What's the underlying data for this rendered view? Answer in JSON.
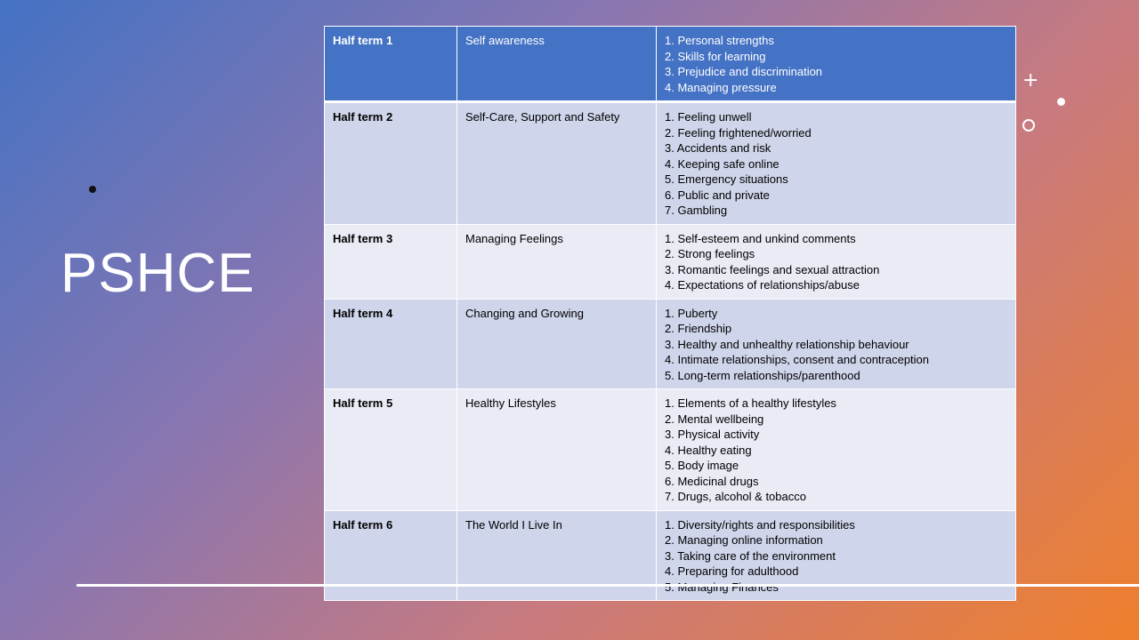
{
  "slide": {
    "title": "PSHCE"
  },
  "table": {
    "rows": [
      {
        "term": "Half term 1",
        "theme": "Self awareness",
        "topics": [
          "1. Personal strengths",
          "2. Skills for learning",
          "3. Prejudice and discrimination",
          "4. Managing pressure"
        ]
      },
      {
        "term": "Half term 2",
        "theme": "Self-Care, Support and Safety",
        "topics": [
          "1. Feeling unwell",
          "2. Feeling frightened/worried",
          "3. Accidents and risk",
          "4. Keeping safe online",
          "5. Emergency situations",
          "6. Public and private",
          "7. Gambling"
        ]
      },
      {
        "term": "Half term 3",
        "theme": "Managing Feelings",
        "topics": [
          "1. Self-esteem and unkind comments",
          "2. Strong feelings",
          "3. Romantic feelings and sexual attraction",
          "4. Expectations of relationships/abuse"
        ]
      },
      {
        "term": "Half term 4",
        "theme": "Changing and Growing",
        "topics": [
          "1. Puberty",
          "2. Friendship",
          "3. Healthy and unhealthy relationship behaviour",
          "4. Intimate relationships, consent and contraception",
          "5. Long-term relationships/parenthood"
        ]
      },
      {
        "term": "Half term 5",
        "theme": "Healthy Lifestyles",
        "topics": [
          "1. Elements of a healthy lifestyles",
          "2. Mental wellbeing",
          "3. Physical activity",
          "4. Healthy eating",
          "5. Body image",
          "6. Medicinal drugs",
          "7. Drugs, alcohol & tobacco"
        ]
      },
      {
        "term": "Half term 6",
        "theme": "The World I Live In",
        "topics": [
          "1. Diversity/rights and responsibilities",
          "2. Managing online information",
          "3. Taking care of the environment",
          "4. Preparing for adulthood",
          "5. Managing Finances"
        ]
      }
    ]
  },
  "colors": {
    "header_row": "#4472c4",
    "band_dark": "#cfd5ea",
    "band_light": "#e9ebf5",
    "gradient_start": "#4472c4",
    "gradient_end": "#ee7f2c"
  },
  "icons": [
    "bullet-dot",
    "plus-sign",
    "dot",
    "ring"
  ]
}
